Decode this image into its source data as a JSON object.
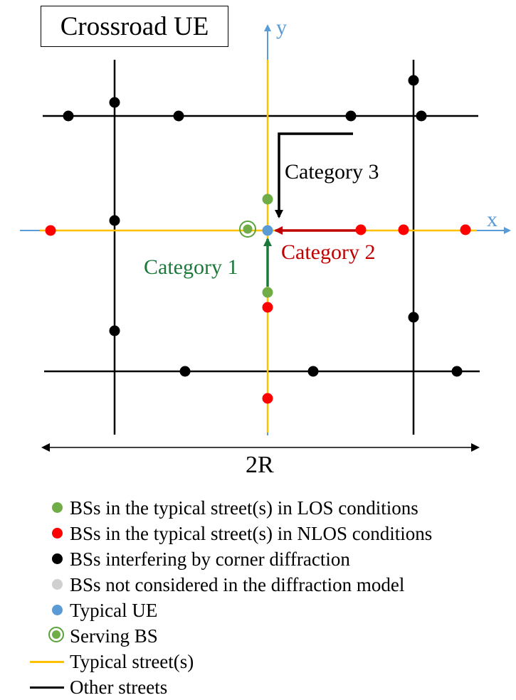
{
  "title": "Crossroad UE",
  "axes": {
    "x_label": "x",
    "y_label": "y"
  },
  "width_label": "2R",
  "categories": {
    "category1": "Category 1",
    "category2": "Category 2",
    "category3": "Category 3"
  },
  "colors": {
    "los_bs": "#70ad47",
    "nlos_bs": "#ff0000",
    "corner_bs": "#000000",
    "not_considered_bs": "#d0d0d0",
    "typical_ue": "#5b9bd5",
    "typical_street": "#ffc000",
    "other_street": "#000000",
    "axis": "#5b9bd5",
    "category1_arrow": "#1b7a3a",
    "category2_arrow": "#c00000",
    "category3_arrow": "#000000"
  },
  "legend": {
    "los": "BSs in the typical street(s) in LOS conditions",
    "nlos": "BSs in the typical street(s) in NLOS conditions",
    "corner": "BSs interfering by corner diffraction",
    "not_considered": "BSs not considered in the diffraction model",
    "typical_ue": "Typical UE",
    "serving_bs": "Serving BS",
    "typical_street": "Typical street(s)",
    "other_streets": "Other streets"
  }
}
